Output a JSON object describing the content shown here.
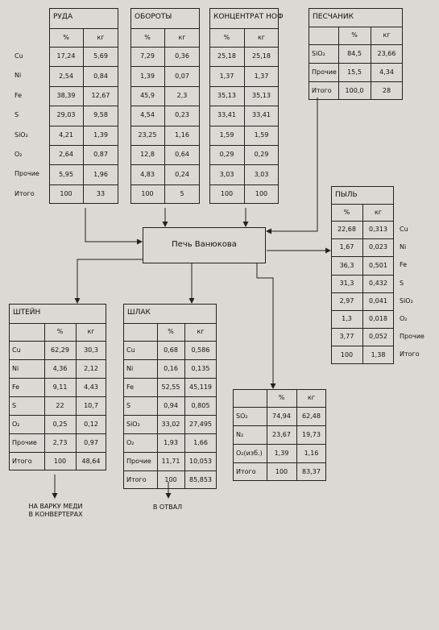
{
  "col_pct": "%",
  "col_kg": "кг",
  "furnace": {
    "label": "Печь Ванюкова"
  },
  "ore": {
    "title": "РУДА",
    "labels": [
      "Cu",
      "Ni",
      "Fe",
      "S",
      "SiO₂",
      "O₂",
      "Прочие",
      "Итого"
    ],
    "rows": [
      [
        "17,24",
        "5,69"
      ],
      [
        "2,54",
        "0,84"
      ],
      [
        "38,39",
        "12,67"
      ],
      [
        "29,03",
        "9,58"
      ],
      [
        "4,21",
        "1,39"
      ],
      [
        "2,64",
        "0,87"
      ],
      [
        "5,95",
        "1,96"
      ],
      [
        "100",
        "33"
      ]
    ]
  },
  "recycle": {
    "title": "ОБОРОТЫ",
    "rows": [
      [
        "7,29",
        "0,36"
      ],
      [
        "1,39",
        "0,07"
      ],
      [
        "45,9",
        "2,3"
      ],
      [
        "4,54",
        "0,23"
      ],
      [
        "23,25",
        "1,16"
      ],
      [
        "12,8",
        "0,64"
      ],
      [
        "4,83",
        "0,24"
      ],
      [
        "100",
        "5"
      ]
    ]
  },
  "concentrate": {
    "title": "КОНЦЕНТРАТ НОФ",
    "rows": [
      [
        "25,18",
        "25,18"
      ],
      [
        "1,37",
        "1,37"
      ],
      [
        "35,13",
        "35,13"
      ],
      [
        "33,41",
        "33,41"
      ],
      [
        "1,59",
        "1,59"
      ],
      [
        "0,29",
        "0,29"
      ],
      [
        "3,03",
        "3,03"
      ],
      [
        "100",
        "100"
      ]
    ]
  },
  "sand": {
    "title": "ПЕСЧАНИК",
    "rows": [
      [
        "SiO₂",
        "84,5",
        "23,66"
      ],
      [
        "Прочие",
        "15,5",
        "4,34"
      ],
      [
        "Итого",
        "100,0",
        "28"
      ]
    ]
  },
  "dust": {
    "title": "ПЫЛЬ",
    "labels": [
      "Cu",
      "Ni",
      "Fe",
      "S",
      "SiO₂",
      "O₂",
      "Прочие",
      "Итого"
    ],
    "rows": [
      [
        "22,68",
        "0,313"
      ],
      [
        "1,67",
        "0,023"
      ],
      [
        "36,3",
        "0,501"
      ],
      [
        "31,3",
        "0,432"
      ],
      [
        "2,97",
        "0,041"
      ],
      [
        "1,3",
        "0,018"
      ],
      [
        "3,77",
        "0,052"
      ],
      [
        "100",
        "1,38"
      ]
    ]
  },
  "matte": {
    "title": "ШТЕЙН",
    "rows": [
      [
        "Cu",
        "62,29",
        "30,3"
      ],
      [
        "Ni",
        "4,36",
        "2,12"
      ],
      [
        "Fe",
        "9,11",
        "4,43"
      ],
      [
        "S",
        "22",
        "10,7"
      ],
      [
        "O₂",
        "0,25",
        "0,12"
      ],
      [
        "Прочие",
        "2,73",
        "0,97"
      ],
      [
        "Итого",
        "100",
        "48,64"
      ]
    ],
    "note1": "НА ВАРКУ МЕДИ",
    "note2": "В КОНВЕРТЕРАХ"
  },
  "slag": {
    "title": "ШЛАК",
    "rows": [
      [
        "Cu",
        "0,68",
        "0,586"
      ],
      [
        "Ni",
        "0,16",
        "0,135"
      ],
      [
        "Fe",
        "52,55",
        "45,119"
      ],
      [
        "S",
        "0,94",
        "0,805"
      ],
      [
        "SiO₂",
        "33,02",
        "27,495"
      ],
      [
        "O₂",
        "1,93",
        "1,66"
      ],
      [
        "Прочие",
        "11,71",
        "10,053"
      ],
      [
        "Итого",
        "100",
        "85,853"
      ]
    ],
    "note": "В ОТВАЛ"
  },
  "gas": {
    "rows": [
      [
        "SO₂",
        "74,94",
        "62,48"
      ],
      [
        "N₂",
        "23,67",
        "19,73"
      ],
      [
        "O₂(изб.)",
        "1,39",
        "1,16"
      ],
      [
        "Итого",
        "100",
        "83,37"
      ]
    ]
  }
}
